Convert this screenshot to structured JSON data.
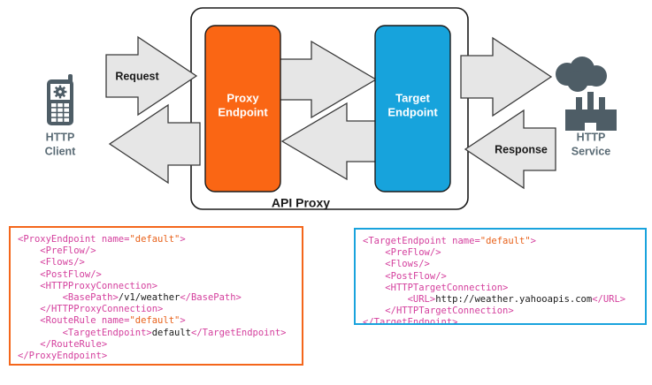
{
  "diagram": {
    "title": "API Proxy",
    "client": {
      "icon": "mobile-phone-gear-icon",
      "label_line1": "HTTP",
      "label_line2": "Client"
    },
    "service": {
      "icon": "factory-cloud-icon",
      "label_line1": "HTTP",
      "label_line2": "Service"
    },
    "proxy_endpoint": {
      "label_line1": "Proxy",
      "label_line2": "Endpoint",
      "color": "#fa6614"
    },
    "target_endpoint": {
      "label_line1": "Target",
      "label_line2": "Endpoint",
      "color": "#17a3dc"
    },
    "arrows": {
      "request_label": "Request",
      "response_label": "Response",
      "fill": "#e6e6e6",
      "stroke": "#3a3a3a"
    }
  },
  "proxy_code": {
    "border_color": "#f4661b",
    "lines": [
      [
        {
          "t": "tag",
          "v": "<ProxyEndpoint "
        },
        {
          "t": "attr",
          "v": "name="
        },
        {
          "t": "val",
          "v": "\"default\""
        },
        {
          "t": "tag",
          "v": ">"
        }
      ],
      [
        {
          "t": "txt",
          "v": "    "
        },
        {
          "t": "tag",
          "v": "<PreFlow/>"
        }
      ],
      [
        {
          "t": "txt",
          "v": "    "
        },
        {
          "t": "tag",
          "v": "<Flows/>"
        }
      ],
      [
        {
          "t": "txt",
          "v": "    "
        },
        {
          "t": "tag",
          "v": "<PostFlow/>"
        }
      ],
      [
        {
          "t": "txt",
          "v": "    "
        },
        {
          "t": "tag",
          "v": "<HTTPProxyConnection>"
        }
      ],
      [
        {
          "t": "txt",
          "v": "        "
        },
        {
          "t": "tag",
          "v": "<BasePath>"
        },
        {
          "t": "txt",
          "v": "/v1/weather"
        },
        {
          "t": "tag",
          "v": "</BasePath>"
        }
      ],
      [
        {
          "t": "txt",
          "v": "    "
        },
        {
          "t": "tag",
          "v": "</HTTPProxyConnection>"
        }
      ],
      [
        {
          "t": "txt",
          "v": "    "
        },
        {
          "t": "tag",
          "v": "<RouteRule "
        },
        {
          "t": "attr",
          "v": "name="
        },
        {
          "t": "val",
          "v": "\"default\""
        },
        {
          "t": "tag",
          "v": ">"
        }
      ],
      [
        {
          "t": "txt",
          "v": "        "
        },
        {
          "t": "tag",
          "v": "<TargetEndpoint>"
        },
        {
          "t": "txt",
          "v": "default"
        },
        {
          "t": "tag",
          "v": "</TargetEndpoint>"
        }
      ],
      [
        {
          "t": "txt",
          "v": "    "
        },
        {
          "t": "tag",
          "v": "</RouteRule>"
        }
      ],
      [
        {
          "t": "tag",
          "v": "</ProxyEndpoint>"
        }
      ]
    ]
  },
  "target_code": {
    "border_color": "#19a3dd",
    "lines": [
      [
        {
          "t": "tag",
          "v": "<TargetEndpoint "
        },
        {
          "t": "attr",
          "v": "name="
        },
        {
          "t": "val",
          "v": "\"default\""
        },
        {
          "t": "tag",
          "v": ">"
        }
      ],
      [
        {
          "t": "txt",
          "v": "    "
        },
        {
          "t": "tag",
          "v": "<PreFlow/>"
        }
      ],
      [
        {
          "t": "txt",
          "v": "    "
        },
        {
          "t": "tag",
          "v": "<Flows/>"
        }
      ],
      [
        {
          "t": "txt",
          "v": "    "
        },
        {
          "t": "tag",
          "v": "<PostFlow/>"
        }
      ],
      [
        {
          "t": "txt",
          "v": "    "
        },
        {
          "t": "tag",
          "v": "<HTTPTargetConnection>"
        }
      ],
      [
        {
          "t": "txt",
          "v": "        "
        },
        {
          "t": "tag",
          "v": "<URL>"
        },
        {
          "t": "txt",
          "v": "http://weather.yahooapis.com"
        },
        {
          "t": "tag",
          "v": "</URL>"
        }
      ],
      [
        {
          "t": "txt",
          "v": "    "
        },
        {
          "t": "tag",
          "v": "</HTTPTargetConnection>"
        }
      ],
      [
        {
          "t": "tag",
          "v": "</TargetEndpoint>"
        }
      ]
    ]
  }
}
